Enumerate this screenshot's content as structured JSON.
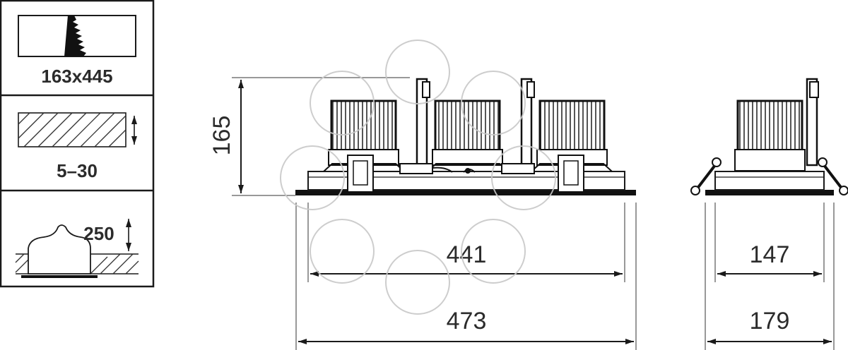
{
  "panels": {
    "cutout": {
      "label": "163x445"
    },
    "ceiling": {
      "label": "5–30"
    },
    "height": {
      "label": "250"
    }
  },
  "dimensions": {
    "height": "165",
    "front_inner": "441",
    "front_outer": "473",
    "side_inner": "147",
    "side_outer": "179"
  }
}
